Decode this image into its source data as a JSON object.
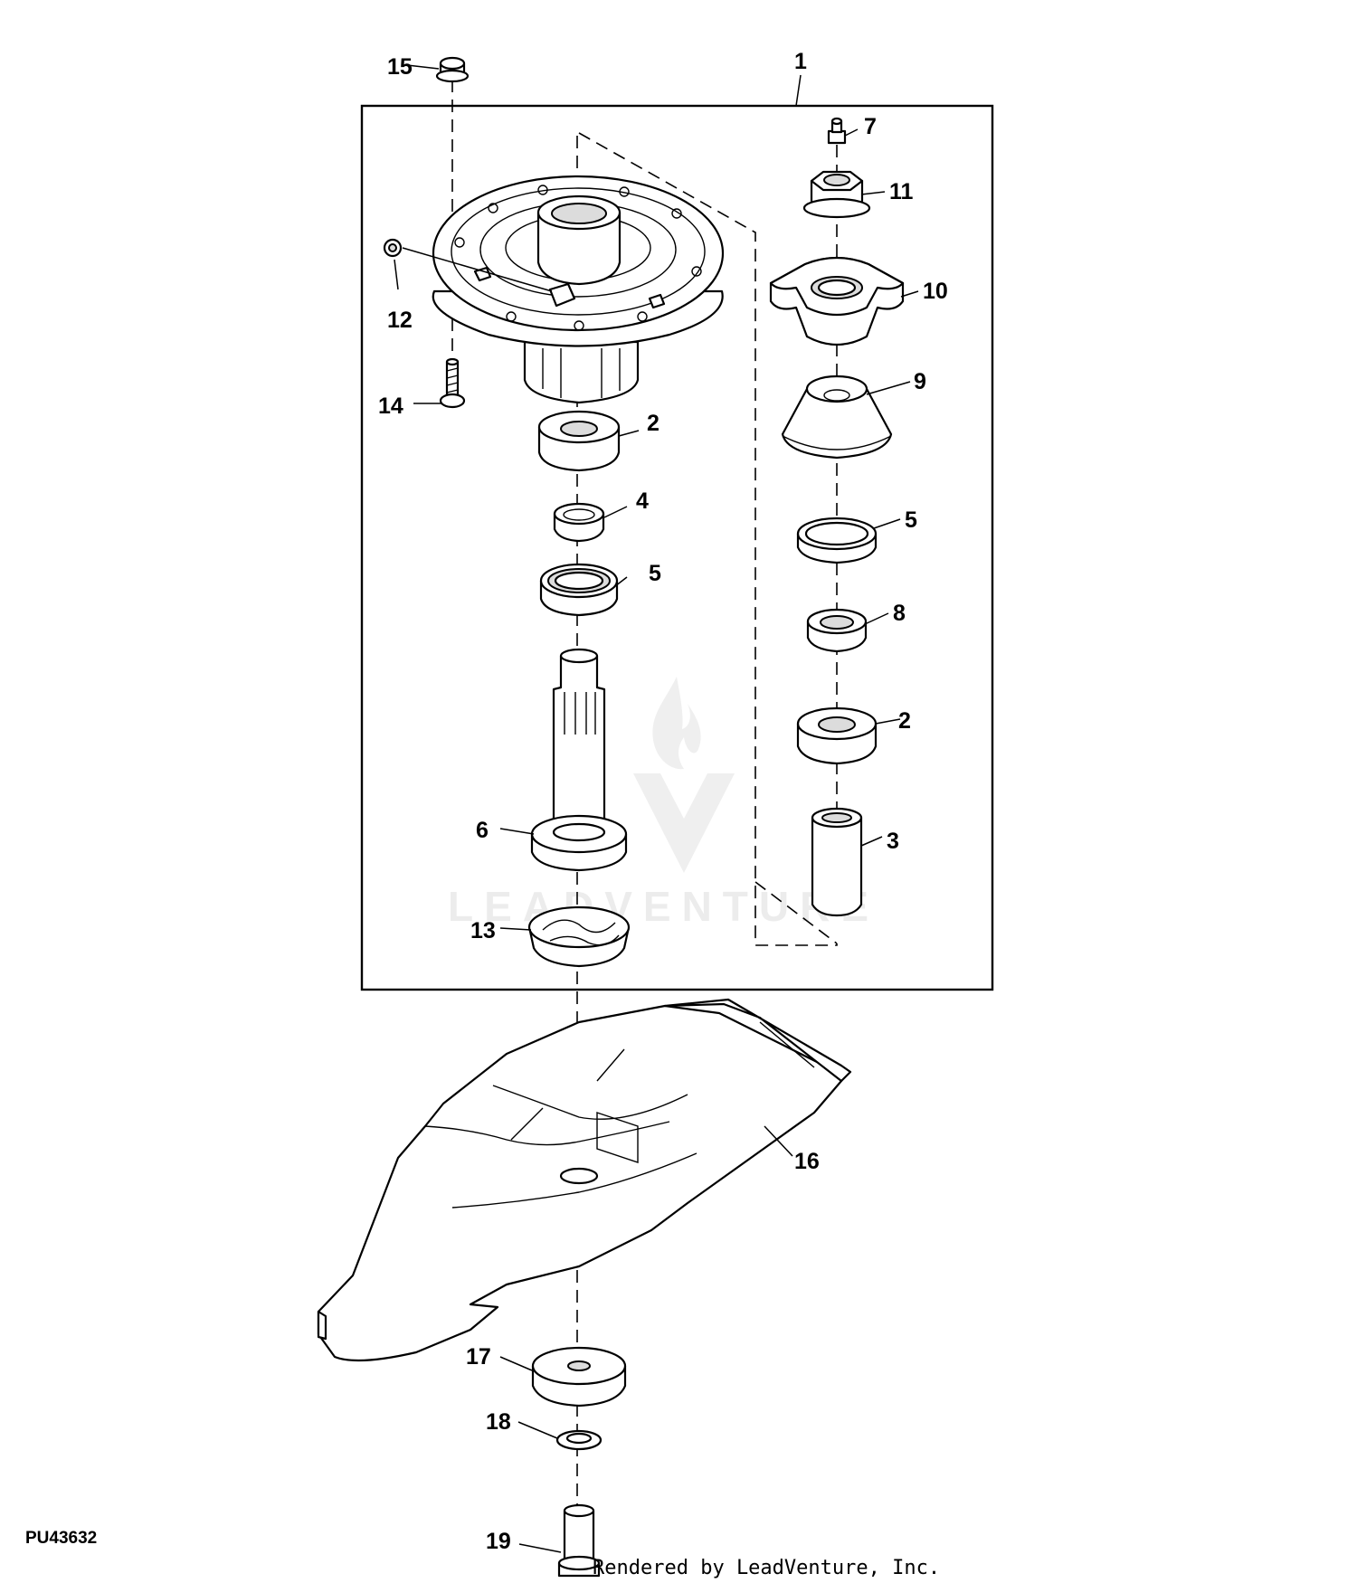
{
  "diagram": {
    "figure_id": "PU43632",
    "credit": "Rendered by LeadVenture, Inc.",
    "watermark": "LEADVENTURE",
    "callouts": {
      "c1": "1",
      "c2a": "2",
      "c2b": "2",
      "c3": "3",
      "c4": "4",
      "c5a": "5",
      "c5b": "5",
      "c6": "6",
      "c7": "7",
      "c8": "8",
      "c9": "9",
      "c10": "10",
      "c11": "11",
      "c12": "12",
      "c13": "13",
      "c14": "14",
      "c15": "15",
      "c16": "16",
      "c17": "17",
      "c18": "18",
      "c19": "19"
    }
  }
}
